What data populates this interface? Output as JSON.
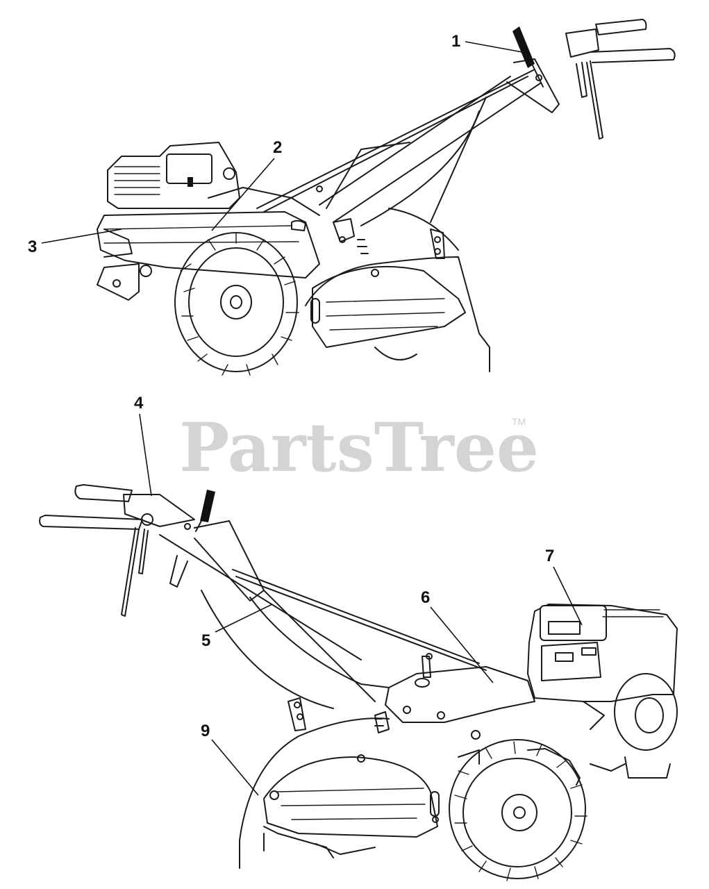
{
  "watermark": {
    "brand": "PartsTree",
    "trademark": "TM"
  },
  "callouts": [
    {
      "id": "1",
      "label": "1"
    },
    {
      "id": "2",
      "label": "2"
    },
    {
      "id": "3",
      "label": "3"
    },
    {
      "id": "4",
      "label": "4"
    },
    {
      "id": "5",
      "label": "5"
    },
    {
      "id": "6",
      "label": "6"
    },
    {
      "id": "7",
      "label": "7"
    },
    {
      "id": "9",
      "label": "9"
    }
  ],
  "colors": {
    "line": "#1a1a1a",
    "watermark": "#d4d4d4",
    "background": "#ffffff"
  }
}
